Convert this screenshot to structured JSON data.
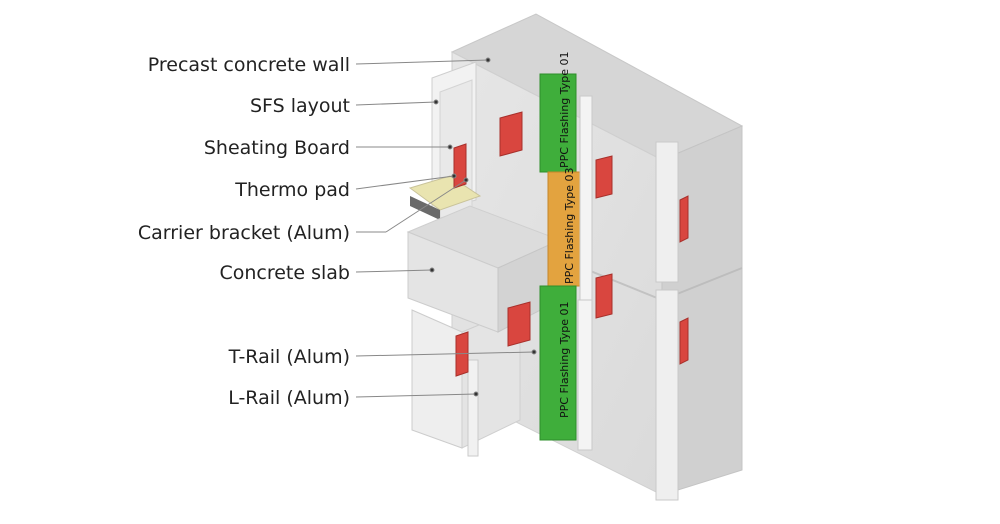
{
  "labels": {
    "precast_concrete_wall": "Precast concrete wall",
    "sfs_layout": "SFS layout",
    "sheating_board": "Sheating Board",
    "thermo_pad": "Thermo pad",
    "carrier_bracket": "Carrier bracket (Alum)",
    "concrete_slab": "Concrete slab",
    "t_rail": "T-Rail (Alum)",
    "l_rail": "L-Rail (Alum)"
  },
  "flashings": {
    "upper": "PPC Flashing Type 01",
    "middle": "PPC Flashing Type 03",
    "lower": "PPC Flashing Type 01"
  },
  "colors": {
    "concrete": "#e2e2e2",
    "green_flashing": "#3fae3b",
    "orange_flashing": "#e3a33f",
    "bracket_red": "#d9463f"
  }
}
